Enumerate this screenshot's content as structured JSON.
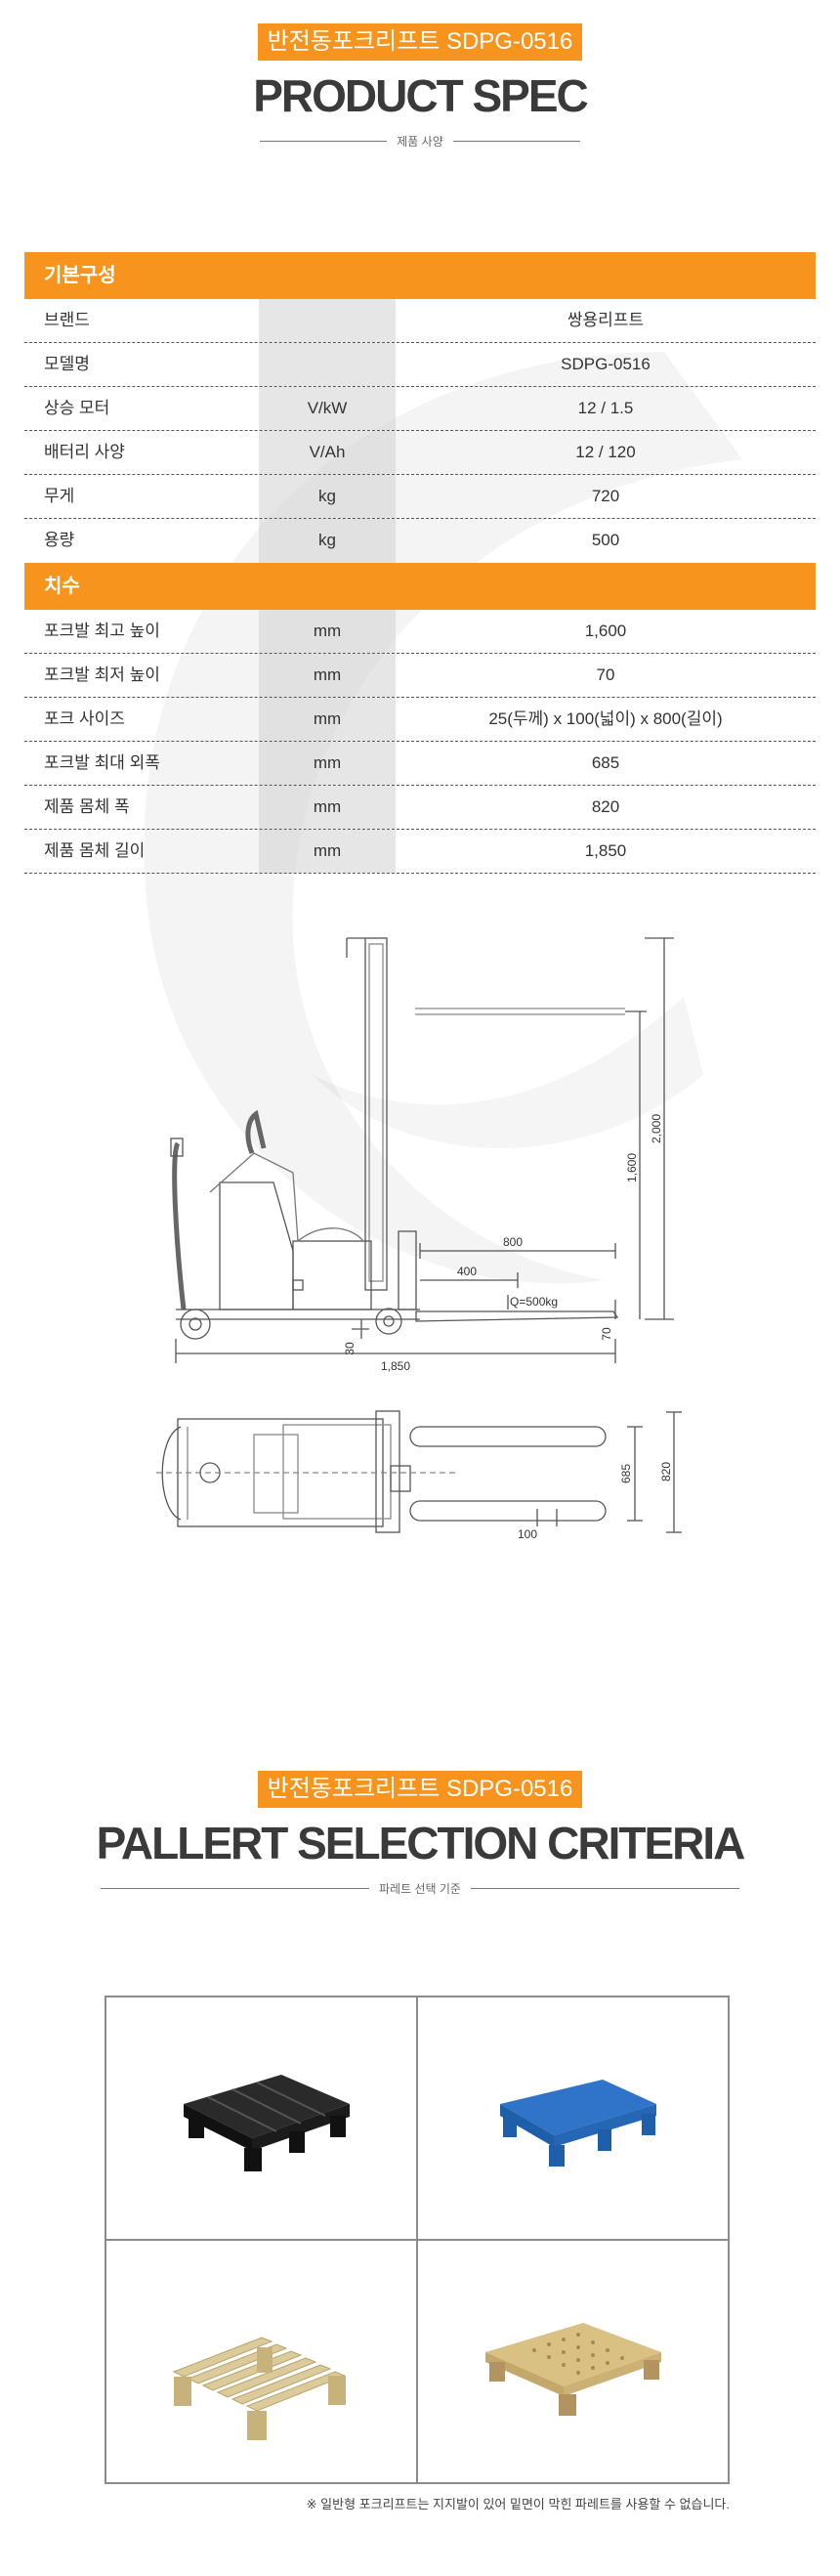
{
  "header1": {
    "badge": "반전동포크리프트 SDPG-0516",
    "title": "PRODUCT SPEC",
    "subtitle": "제품 사양"
  },
  "spec": {
    "sections": [
      {
        "title": "기본구성",
        "rows": [
          {
            "name": "브랜드",
            "unit": "",
            "value": "쌍용리프트"
          },
          {
            "name": "모델명",
            "unit": "",
            "value": "SDPG-0516"
          },
          {
            "name": "상승 모터",
            "unit": "V/kW",
            "value": "12 / 1.5"
          },
          {
            "name": "배터리 사양",
            "unit": "V/Ah",
            "value": "12 / 120"
          },
          {
            "name": "무게",
            "unit": "kg",
            "value": "720"
          },
          {
            "name": "용량",
            "unit": "kg",
            "value": "500"
          }
        ]
      },
      {
        "title": "치수",
        "rows": [
          {
            "name": "포크발 최고 높이",
            "unit": "mm",
            "value": "1,600"
          },
          {
            "name": "포크발 최저 높이",
            "unit": "mm",
            "value": "70"
          },
          {
            "name": "포크 사이즈",
            "unit": "mm",
            "value": "25(두께) x 100(넓이) x 800(길이)"
          },
          {
            "name": "포크발 최대 외폭",
            "unit": "mm",
            "value": "685"
          },
          {
            "name": "제품 몸체 폭",
            "unit": "mm",
            "value": "820"
          },
          {
            "name": "제품 몸체 길이",
            "unit": "mm",
            "value": "1,850"
          }
        ]
      }
    ]
  },
  "drawing": {
    "dim_2000": "2,000",
    "dim_1600": "1,600",
    "dim_800": "800",
    "dim_400": "400",
    "load": "Q=500kg",
    "dim_70": "70",
    "dim_30": "30",
    "dim_1850": "1,850",
    "dim_685": "685",
    "dim_820": "820",
    "dim_100": "100"
  },
  "header2": {
    "badge": "반전동포크리프트 SDPG-0516",
    "title": "PALLERT SELECTION CRITERIA",
    "subtitle": "파레트 선택 기준"
  },
  "pallets": {
    "note": "※ 일반형 포크리프트는 지지발이 있어 밑면이 막힌 파레트를 사용할 수 없습니다."
  }
}
